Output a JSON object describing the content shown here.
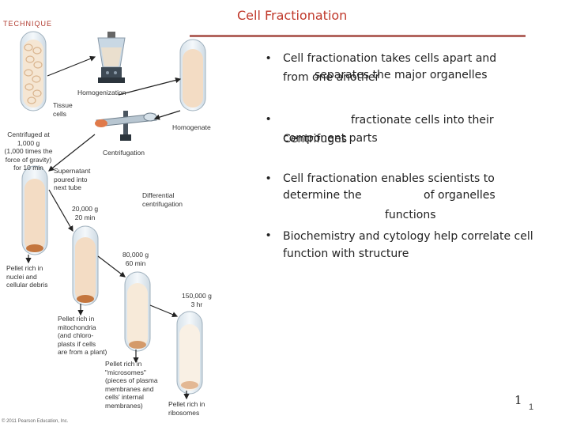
{
  "header": {
    "title": "Cell Fractionation",
    "section_label": "TECHNIQUE"
  },
  "figure": {
    "homogenization": "Homogenization",
    "tissue_cells": [
      "Tissue",
      "cells"
    ],
    "homogenate": "Homogenate",
    "centrifuged": [
      "Centrifuged at",
      "1,000 g",
      "(1,000 times the",
      "force of gravity)",
      "for 10 min"
    ],
    "centrifugation": "Centrifugation",
    "supernatant": [
      "Supernatant",
      "poured into",
      "next tube"
    ],
    "differential": [
      "Differential",
      "centrifugation"
    ],
    "speed_20000": [
      "20,000 g",
      "20 min"
    ],
    "speed_80000": [
      "80,000 g",
      "60 min"
    ],
    "speed_150000": [
      "150,000 g",
      "3 hr"
    ],
    "pellet_nuclei": [
      "Pellet rich in",
      "nuclei and",
      "cellular debris"
    ],
    "pellet_mito": [
      "Pellet rich in",
      "mitochondria",
      "(and chloro-",
      "plasts if cells",
      "are from a plant)"
    ],
    "pellet_microsomes": [
      "Pellet rich in",
      "\"microsomes\"",
      "(pieces of plasma",
      "membranes and",
      "cells' internal",
      "membranes)"
    ],
    "pellet_ribosomes": [
      "Pellet rich in",
      "ribosomes"
    ],
    "copyright": "© 2011 Pearson Education, Inc."
  },
  "bullets": [
    {
      "line1": "Cell fractionation takes cells apart and",
      "line2a": "from one another",
      "line2b": "separates the major organelles"
    },
    {
      "line1": "fractionate cells into their",
      "line2a": "component parts",
      "line2b": "Centrifuges"
    },
    {
      "line1": "Cell fractionation enables scientists to",
      "line2a": "determine the",
      "line2b": "of organelles",
      "line3": "functions"
    },
    {
      "line1": "Biochemistry and cytology help correlate cell",
      "line2a": "function with structure"
    }
  ],
  "page": {
    "number_large": "1",
    "number_small": "1"
  },
  "colors": {
    "accent": "#c0392b",
    "rule": "#b2655e",
    "tube_fill": "#f3dcc4",
    "pellet": "#c4763e"
  }
}
